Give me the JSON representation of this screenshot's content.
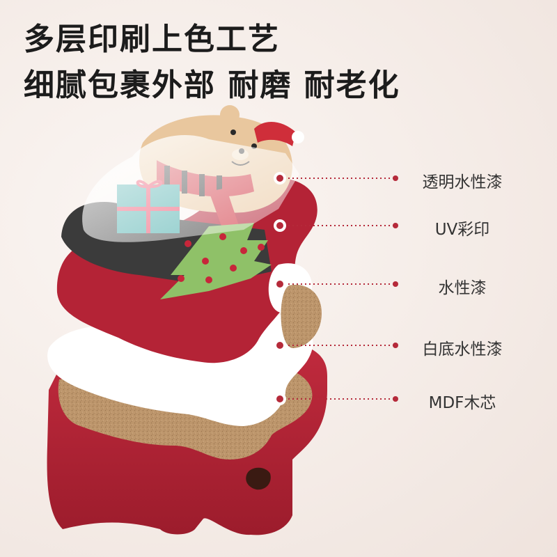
{
  "headline": {
    "line1": "多层印刷上色工艺",
    "line2": "细腻包裹外部 耐磨 耐老化"
  },
  "layers": [
    {
      "label": "透明水性漆"
    },
    {
      "label": "UV彩印"
    },
    {
      "label": "水性漆"
    },
    {
      "label": "白底水性漆"
    },
    {
      "label": "MDF木芯"
    }
  ],
  "colors": {
    "accent": "#b52a3a",
    "wood_red": "#b42336",
    "white_coat": "#ffffff",
    "mdf": "#b8926a"
  }
}
